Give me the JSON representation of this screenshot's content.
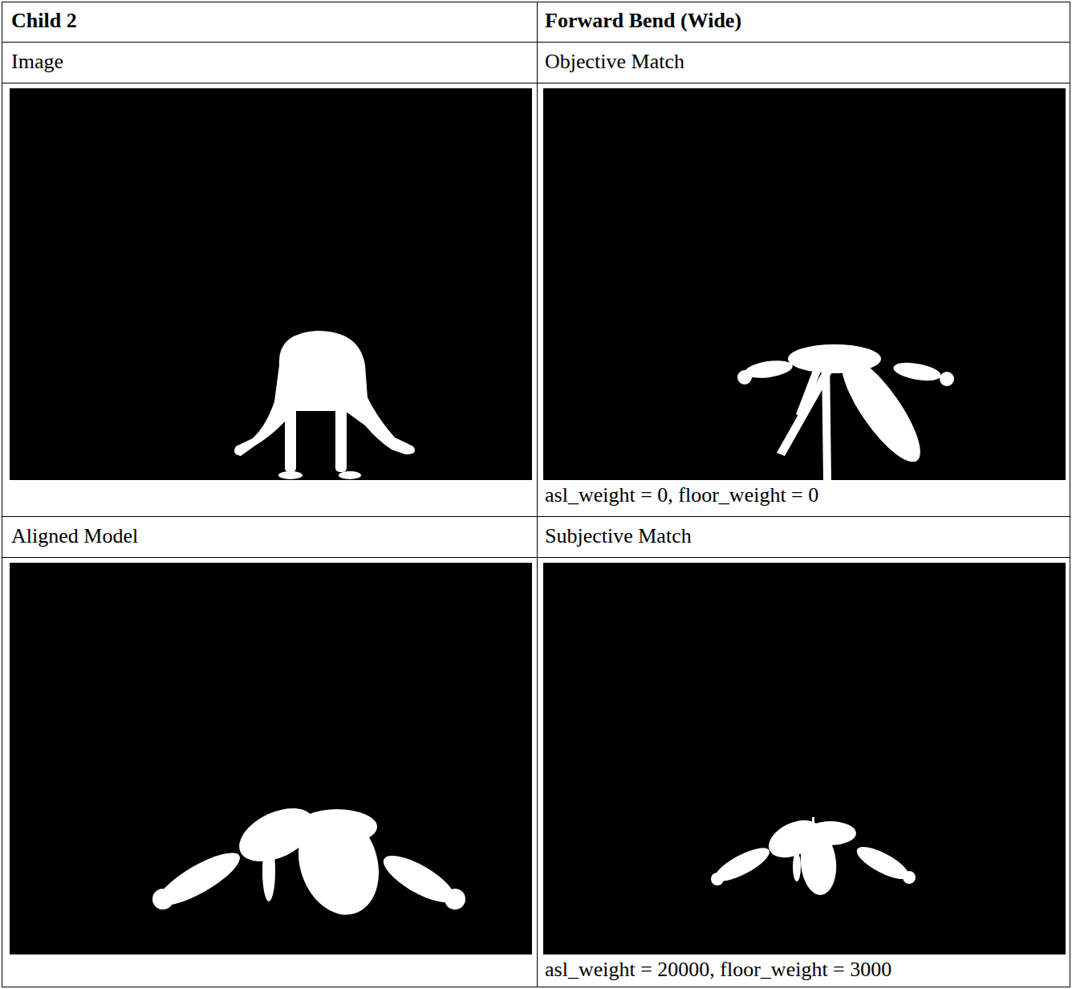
{
  "diagram": {
    "labels": [
      "Child 2",
      "Forward Bend (Wide)",
      "Image",
      "Objective Match",
      "asl_weight = 0, floor_weight = 0",
      "Aligned Model",
      "Subjective Match",
      "asl_weight = 20000, floor_weight = 3000"
    ]
  }
}
